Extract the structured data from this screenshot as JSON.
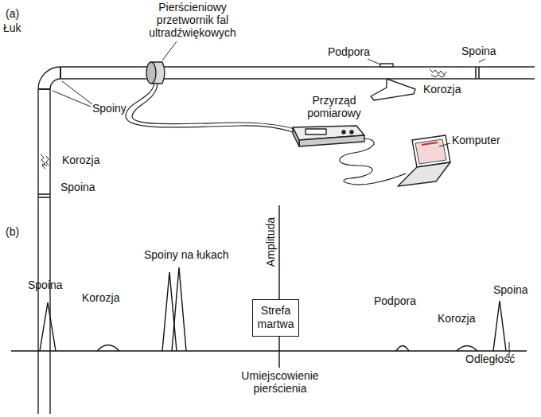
{
  "diagram": {
    "nodes": [
      {
        "text": [
          "Strefa martwa"
        ]
      }
    ],
    "edges": [],
    "labels": [
      "(a)",
      "Łuk",
      "Pierścieniowy przetwornik fal ultradźwiękowych",
      "Podpora",
      "Spoina",
      "Korozja",
      "Spoiny",
      "Przyrząd pomiarowy",
      "Korozja",
      "Komputer",
      "Spoina",
      "(b)",
      "Spoina",
      "Korozja",
      "Spoiny na łukach",
      "Amplituda",
      "Podpora",
      "Korozja",
      "Spoina",
      "Odległość",
      "Umiejscowienie pierścienia"
    ]
  }
}
